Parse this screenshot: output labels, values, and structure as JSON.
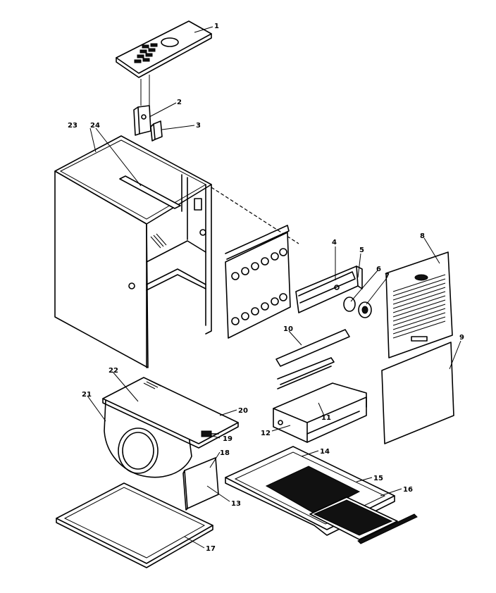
{
  "diagram": {
    "callouts": [
      {
        "id": "c1",
        "text": "1"
      },
      {
        "id": "c2",
        "text": "2"
      },
      {
        "id": "c3",
        "text": "3"
      },
      {
        "id": "c4",
        "text": "4"
      },
      {
        "id": "c5",
        "text": "5"
      },
      {
        "id": "c6",
        "text": "6"
      },
      {
        "id": "c7",
        "text": "7"
      },
      {
        "id": "c8",
        "text": "8"
      },
      {
        "id": "c9",
        "text": "9"
      },
      {
        "id": "c10",
        "text": "10"
      },
      {
        "id": "c11",
        "text": "11"
      },
      {
        "id": "c12",
        "text": "12"
      },
      {
        "id": "c13",
        "text": "13"
      },
      {
        "id": "c14",
        "text": "14"
      },
      {
        "id": "c15",
        "text": "15"
      },
      {
        "id": "c16",
        "text": "16"
      },
      {
        "id": "c17",
        "text": "17"
      },
      {
        "id": "c18",
        "text": "18"
      },
      {
        "id": "c19",
        "text": "19"
      },
      {
        "id": "c20",
        "text": "20"
      },
      {
        "id": "c21",
        "text": "21"
      },
      {
        "id": "c22",
        "text": "22"
      },
      {
        "id": "c23",
        "text": "23"
      },
      {
        "id": "c24",
        "text": "24"
      }
    ],
    "colors": {
      "ink": "#000000",
      "paper": "#ffffff"
    }
  }
}
